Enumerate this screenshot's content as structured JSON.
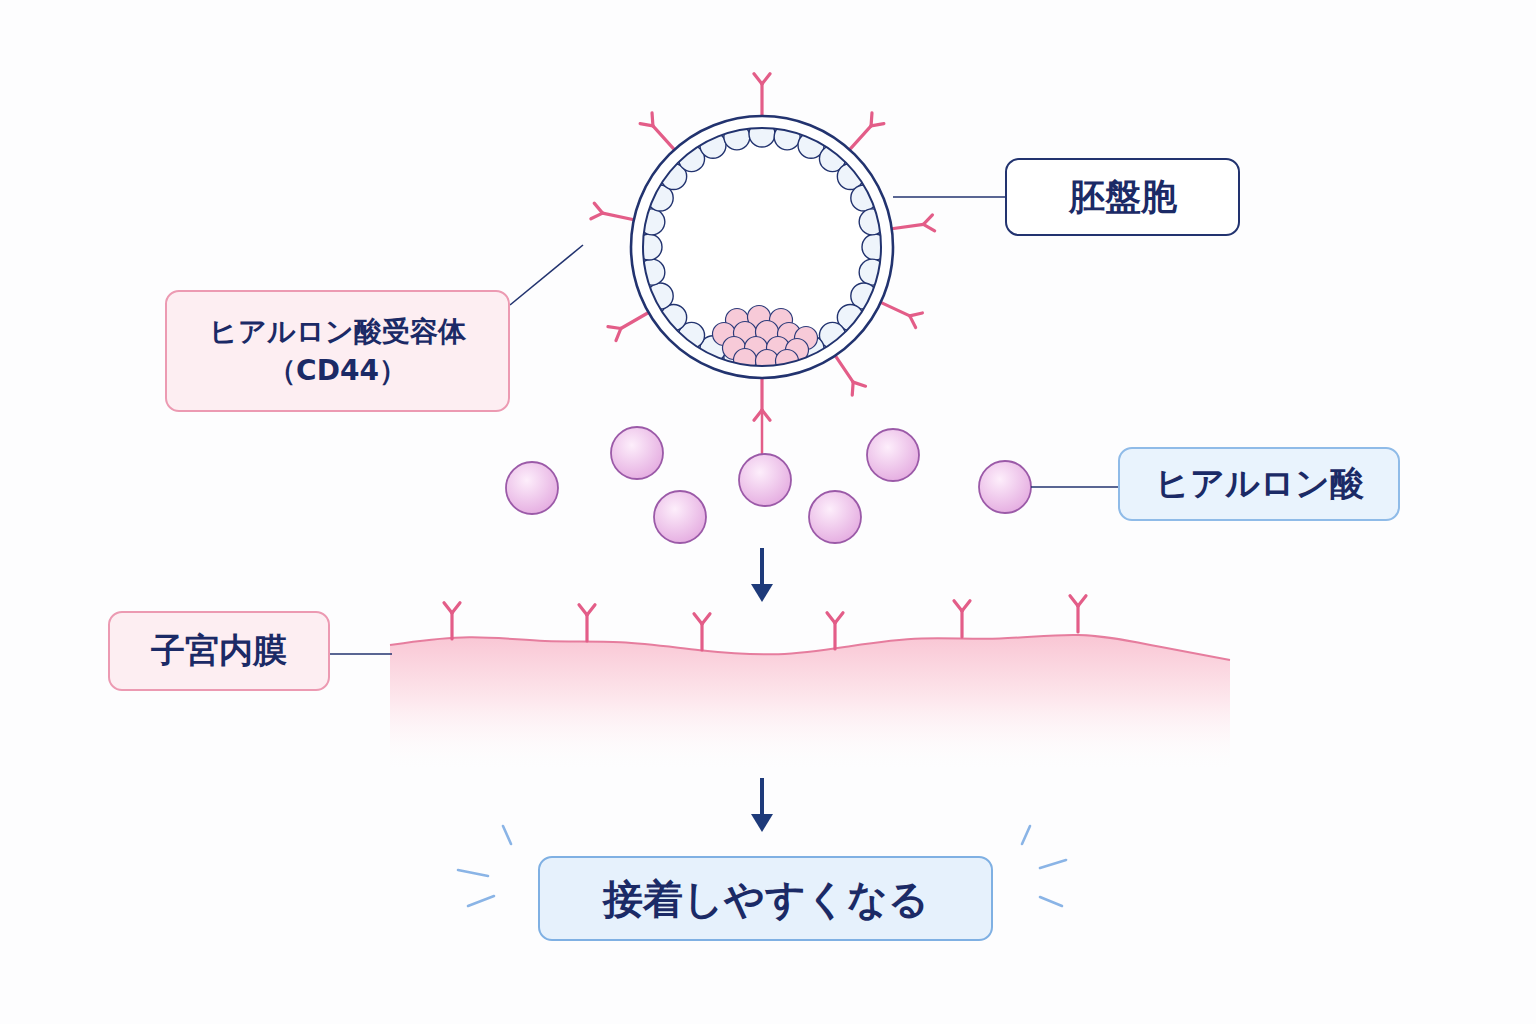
{
  "diagram": {
    "nodes": [
      {
        "text": [
          "胚盤胞"
        ]
      },
      {
        "text": [
          "ヒアルロン酸受容体 （CD44）"
        ]
      },
      {
        "text": [
          "ヒアルロン酸"
        ]
      },
      {
        "text": [
          "子宮内膜"
        ]
      },
      {
        "text": [
          "接着しやすくなる"
        ]
      }
    ]
  }
}
